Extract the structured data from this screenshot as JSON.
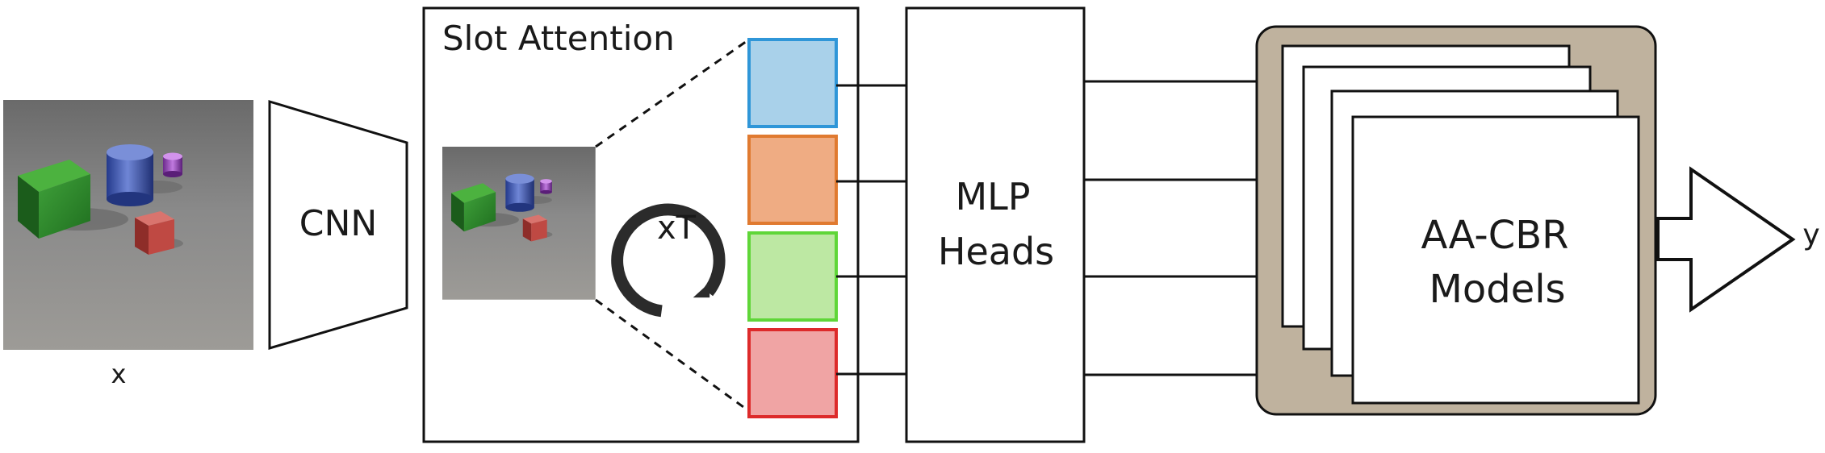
{
  "input_label": "x",
  "cnn_label": "CNN",
  "slot_attention_title": "Slot Attention",
  "iteration_label": "xT",
  "mlp_label_line1": "MLP",
  "mlp_label_line2": "Heads",
  "aacbr_label_line1": "AA-CBR",
  "aacbr_label_line2": "Models",
  "output_label": "y",
  "colors": {
    "slot_1_fill": "#a9d1ea",
    "slot_1_stroke": "#2f96d8",
    "slot_2_fill": "#efac83",
    "slot_2_stroke": "#e07a30",
    "slot_3_fill": "#bde8a3",
    "slot_3_stroke": "#5fd638",
    "slot_4_fill": "#f0a4a4",
    "slot_4_stroke": "#dd2a2a",
    "models_background": "#bfb29e",
    "scene_background": "#7f7f7f"
  },
  "scene_objects": [
    "green-cube",
    "blue-cylinder",
    "purple-cylinder",
    "red-cube"
  ],
  "icons": [
    "refresh-arrow-icon",
    "output-arrow-icon"
  ]
}
